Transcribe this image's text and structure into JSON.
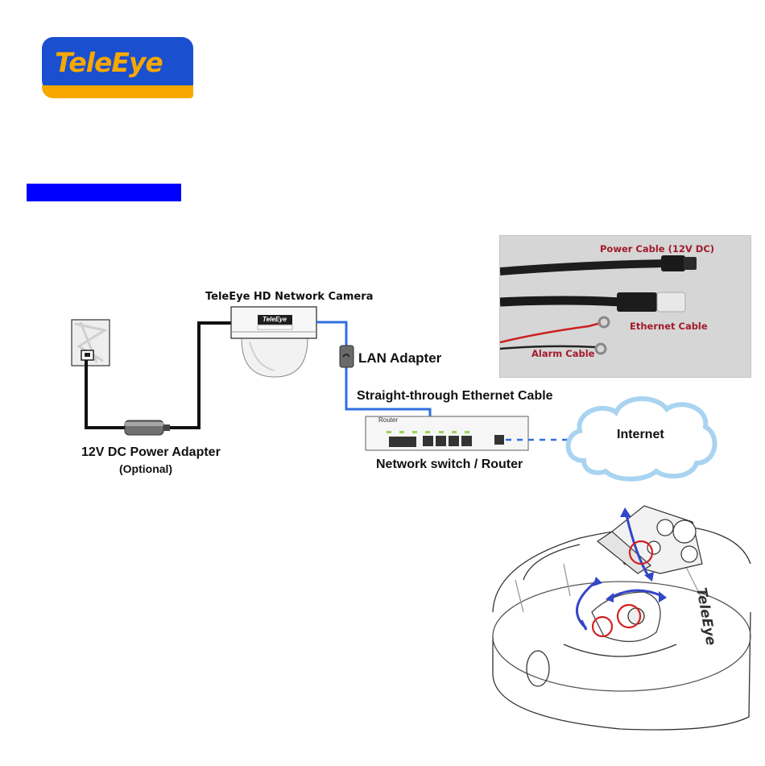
{
  "logo": {
    "text": "TeleEye"
  },
  "diagram": {
    "camera_title": "TeleEye HD Network Camera",
    "camera_badge": "TeleEye",
    "lan_adapter": "LAN Adapter",
    "ethernet_cable": "Straight-through Ethernet Cable",
    "power_adapter": "12V DC Power Adapter",
    "optional": "(Optional)",
    "switch_router": "Network switch / Router",
    "router_tag": "Router",
    "internet": "Internet"
  },
  "cable_photo": {
    "power": "Power Cable (12V DC)",
    "ethernet": "Ethernet Cable",
    "alarm": "Alarm Cable"
  },
  "dome": {
    "brand": "TeleEye"
  },
  "colors": {
    "logo_blue": "#1a4fd0",
    "logo_orange": "#f6a800",
    "section_bar": "#0000ff",
    "network_cable": "#2f6fe0",
    "photo_label": "#a21a2b",
    "arrow": "#3346c8",
    "circle": "#d42020"
  }
}
